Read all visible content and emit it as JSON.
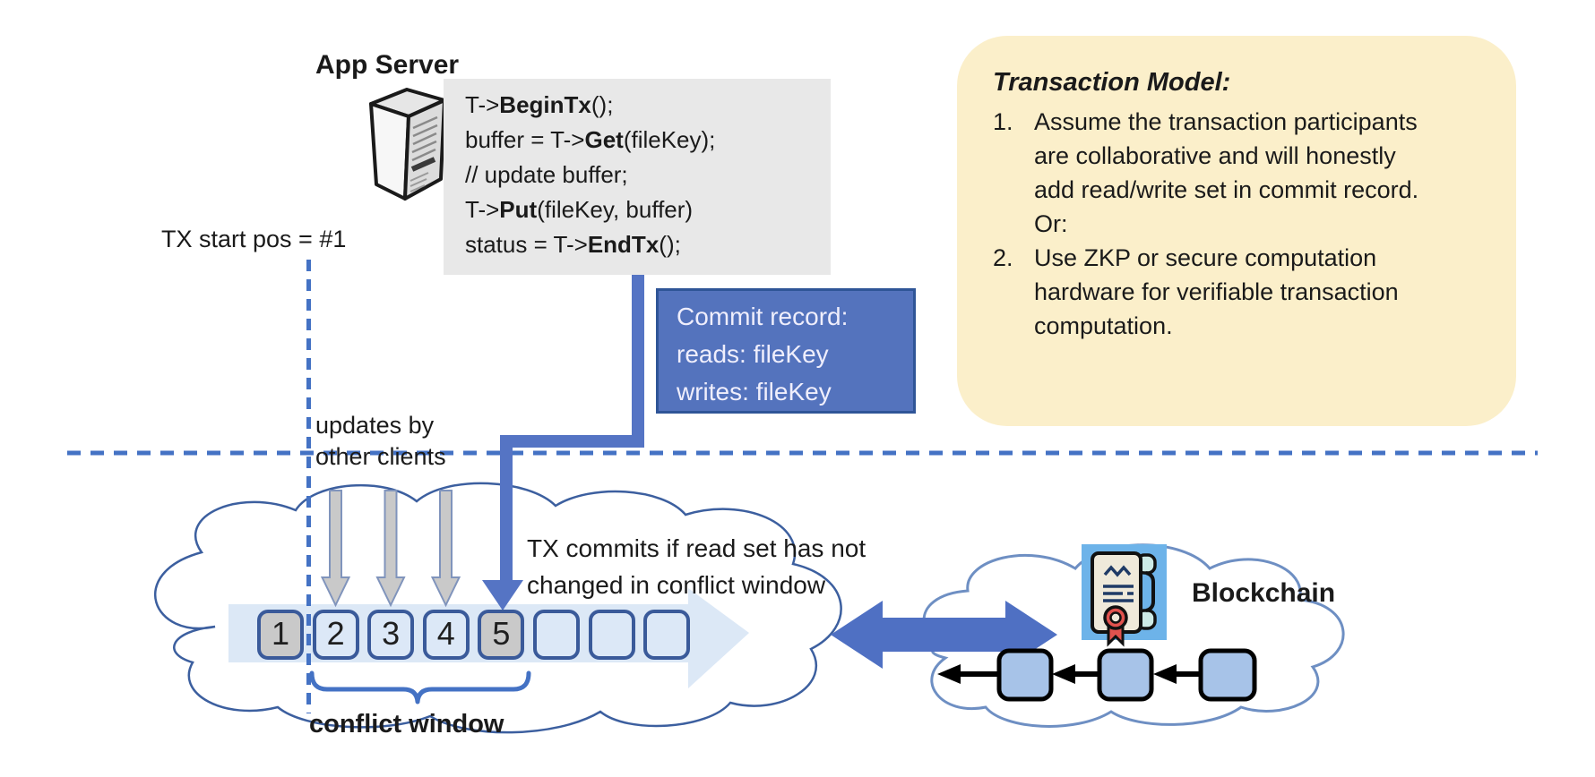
{
  "app_server": {
    "label": "App Server"
  },
  "code_block": {
    "lines": [
      {
        "pre": "T->",
        "bold": "BeginTx",
        "post": "();"
      },
      {
        "pre": "buffer = T->",
        "bold": "Get",
        "post": "(fileKey);"
      },
      {
        "pre": "// update buffer;",
        "bold": "",
        "post": ""
      },
      {
        "pre": "T->",
        "bold": "Put",
        "post": "(fileKey, buffer)"
      },
      {
        "pre": "status = T->",
        "bold": "EndTx",
        "post": "();"
      }
    ]
  },
  "tx_start": {
    "label": "TX start pos = #1"
  },
  "commit_record": {
    "lines": [
      "Commit record:",
      "reads: fileKey",
      "writes: fileKey"
    ]
  },
  "transaction_model": {
    "title": "Transaction Model:",
    "items": [
      {
        "num": "1.",
        "text": "Assume the transaction participants are collaborative and will honestly add read/write set in commit record.  Or:"
      },
      {
        "num": "2.",
        "text": "Use ZKP or secure computation hardware for verifiable transaction computation."
      }
    ]
  },
  "updates_label": {
    "line1": "updates by",
    "line2": "other clients"
  },
  "tx_commits_label": {
    "line1": "TX commits if read set has not",
    "line2": "changed in conflict window"
  },
  "timeline": {
    "boxes": [
      {
        "label": "1",
        "filled": true
      },
      {
        "label": "2",
        "filled": false
      },
      {
        "label": "3",
        "filled": false
      },
      {
        "label": "4",
        "filled": false
      },
      {
        "label": "5",
        "filled": true
      },
      {
        "label": "",
        "filled": false
      },
      {
        "label": "",
        "filled": false
      },
      {
        "label": "",
        "filled": false
      }
    ],
    "conflict_window_label": "conflict window"
  },
  "blockchain": {
    "label": "Blockchain",
    "block_count": 3
  },
  "icons": {
    "server": "server-tower-icon",
    "certificate": "certificate-scroll-icon"
  },
  "colors": {
    "accent_blue": "#4472c4",
    "arrow_blue": "#5574c4",
    "commit_fill": "#5473bd",
    "commit_border": "#2f5597",
    "panel_yellow": "#fbefca",
    "box_border": "#3a5a9a",
    "box_fill": "#dce8f7",
    "box_gray": "#c9c9c9",
    "band_fill": "#d6e4f4",
    "cloud_stroke": "#3c5f9f",
    "chain_cloud_stroke": "#6e8fc3",
    "chain_block_fill": "#a7c3e8",
    "code_bg": "#e8e8e8"
  }
}
